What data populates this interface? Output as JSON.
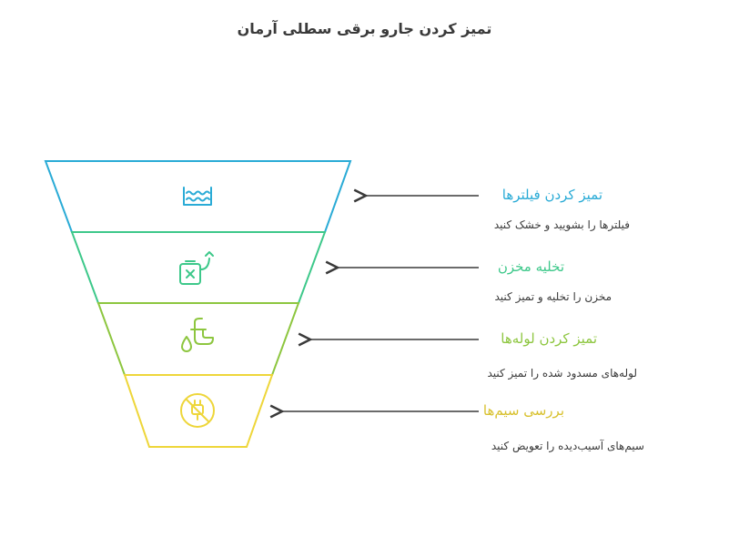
{
  "title": "تمیز کردن جارو برقی سطلی آرمان",
  "colors": {
    "teal": "#2AABD6",
    "seagreen": "#3DC88A",
    "lime": "#8DC63F",
    "yellow": "#EED63A",
    "arrow": "#3a3a3a"
  },
  "steps": [
    {
      "title": "تمیز کردن فیلترها",
      "desc": "فیلترها را بشویید و خشک کنید",
      "icon": "water-icon"
    },
    {
      "title": "تخلیه مخزن",
      "desc": "مخزن را تخلیه و تمیز کنید",
      "icon": "empty-container-icon"
    },
    {
      "title": "تمیز کردن لوله‌ها",
      "desc": "لوله‌های مسدود شده را تمیز کنید",
      "icon": "sink-pipe-icon"
    },
    {
      "title": "بررسی سیم‌ها",
      "desc": "سیم‌های آسیب‌دیده را تعویض کنید",
      "icon": "no-plug-icon"
    }
  ]
}
